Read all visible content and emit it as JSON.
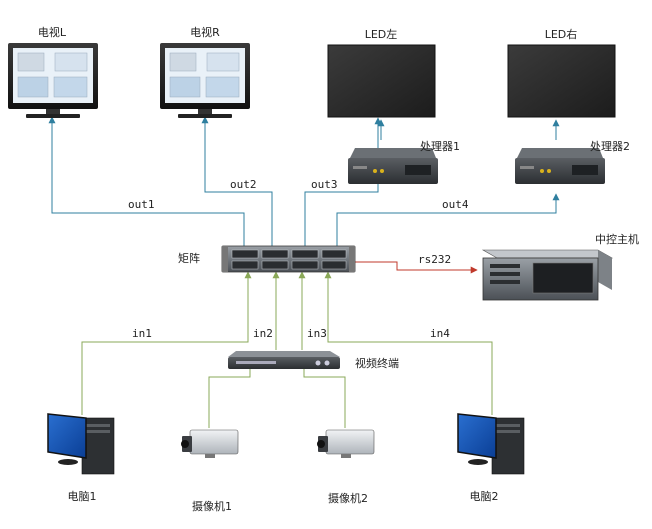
{
  "devices": {
    "tv_left": "电视L",
    "tv_right": "电视R",
    "led_left": "LED左",
    "led_right": "LED右",
    "processor1": "处理器1",
    "processor2": "处理器2",
    "matrix": "矩阵",
    "central_control": "中控主机",
    "video_terminal": "视频终端",
    "pc1": "电脑1",
    "pc2": "电脑2",
    "camera1": "摄像机1",
    "camera2": "摄像机2"
  },
  "connections": {
    "out1": "out1",
    "out2": "out2",
    "out3": "out3",
    "out4": "out4",
    "rs232": "rs232",
    "in1": "in1",
    "in2": "in2",
    "in3": "in3",
    "in4": "in4"
  },
  "colors": {
    "output_line": "#2f7f9f",
    "input_line": "#8aa858",
    "control_line": "#c0392b"
  }
}
